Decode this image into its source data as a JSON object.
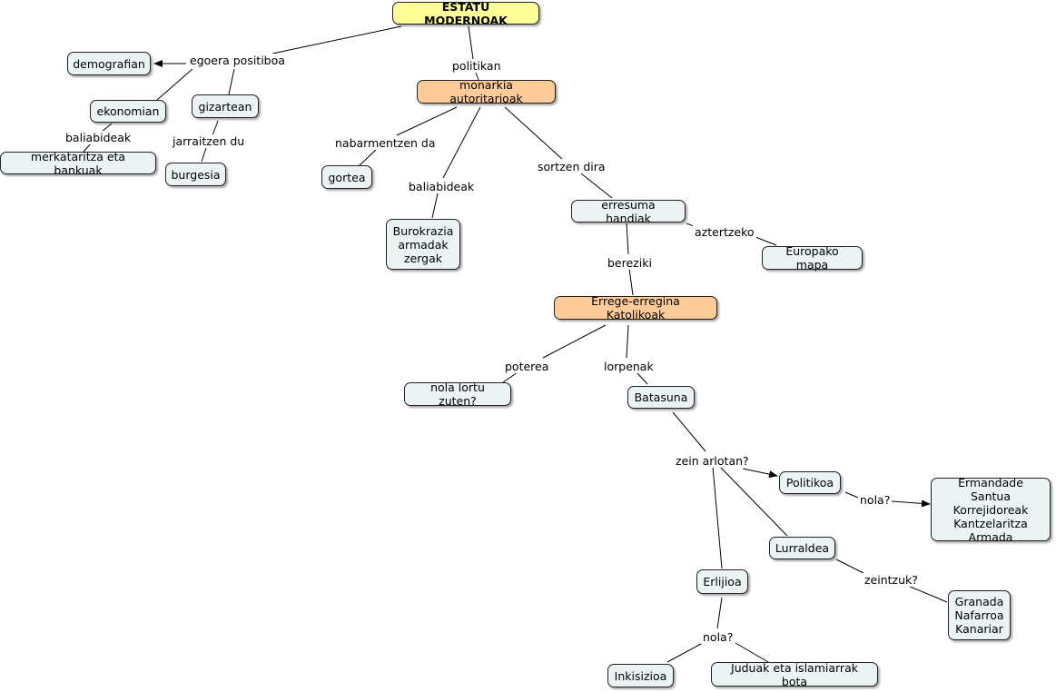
{
  "nodes": {
    "estatu_modernoak": "ESTATU MODERNOAK",
    "demografian": "demografian",
    "ekonomian": "ekonomian",
    "gizartean": "gizartean",
    "merkataritza": "merkataritza eta bankuak",
    "burgesia": "burgesia",
    "monarkia": "monarkia autoritarioak",
    "gortea": "gortea",
    "burokrazia": "Burokrazia\narmadak\nzergak",
    "erresuma": "erresuma handiak",
    "europako_mapa": "Europako mapa",
    "errege": "Errege-erregina Katolikoak",
    "nola_lortu": "nola lortu zuten?",
    "batasuna": "Batasuna",
    "politikoa": "Politikoa",
    "ermandade": "Ermandade Santua\nKorrejidoreak\nKantzelaritza\nArmada",
    "lurraldea": "Lurraldea",
    "granada": "Granada\nNafarroa\nKanariar",
    "erlijioa": "Erlijioa",
    "inkisizioa": "Inkisizioa",
    "juduak": "Juduak eta islamiarrak bota"
  },
  "labels": {
    "egoera_positiboa": "egoera positiboa",
    "politikan": "politikan",
    "baliabideak_1": "baliabideak",
    "jarraitzen_du": "jarraitzen du",
    "nabarmentzen_da": "nabarmentzen da",
    "baliabideak_2": "baliabideak",
    "sortzen_dira": "sortzen dira",
    "aztertzeko": "aztertzeko",
    "bereziki": "bereziki",
    "poterea": "poterea",
    "lorpenak": "lorpenak",
    "zein_arlotan": "zein arlotan?",
    "nola_1": "nola?",
    "zeintzuk": "zeintzuk?",
    "nola_2": "nola?"
  },
  "colors": {
    "root_fill": "#ffff99",
    "highlight_fill": "#ffcc99",
    "node_fill": "#ebf3f4",
    "line": "#000000"
  }
}
